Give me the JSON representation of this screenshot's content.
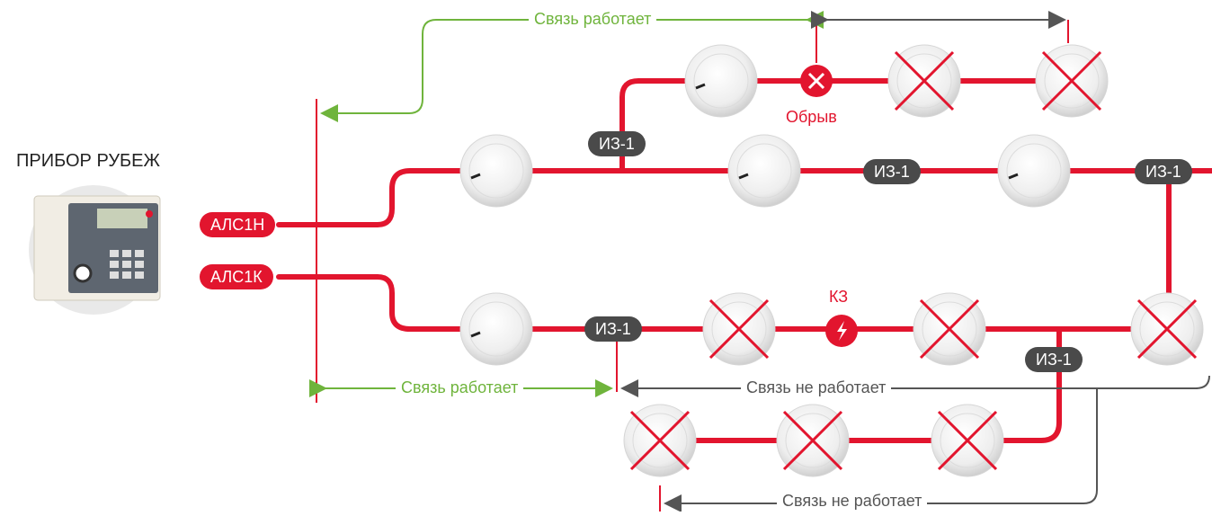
{
  "device": {
    "title": "ПРИБОР РУБЕЖ",
    "line_start_label": "АЛС1Н",
    "line_end_label": "АЛС1К"
  },
  "isolator_label": "ИЗ-1",
  "faults": {
    "break_label": "Обрыв",
    "short_label": "КЗ"
  },
  "status": {
    "works": "Связь работает",
    "not_works": "Связь не работает"
  },
  "colors": {
    "line": "#e2152e",
    "ok": "#6fb43c",
    "fail": "#555555",
    "isolator": "#4a4a4a"
  }
}
